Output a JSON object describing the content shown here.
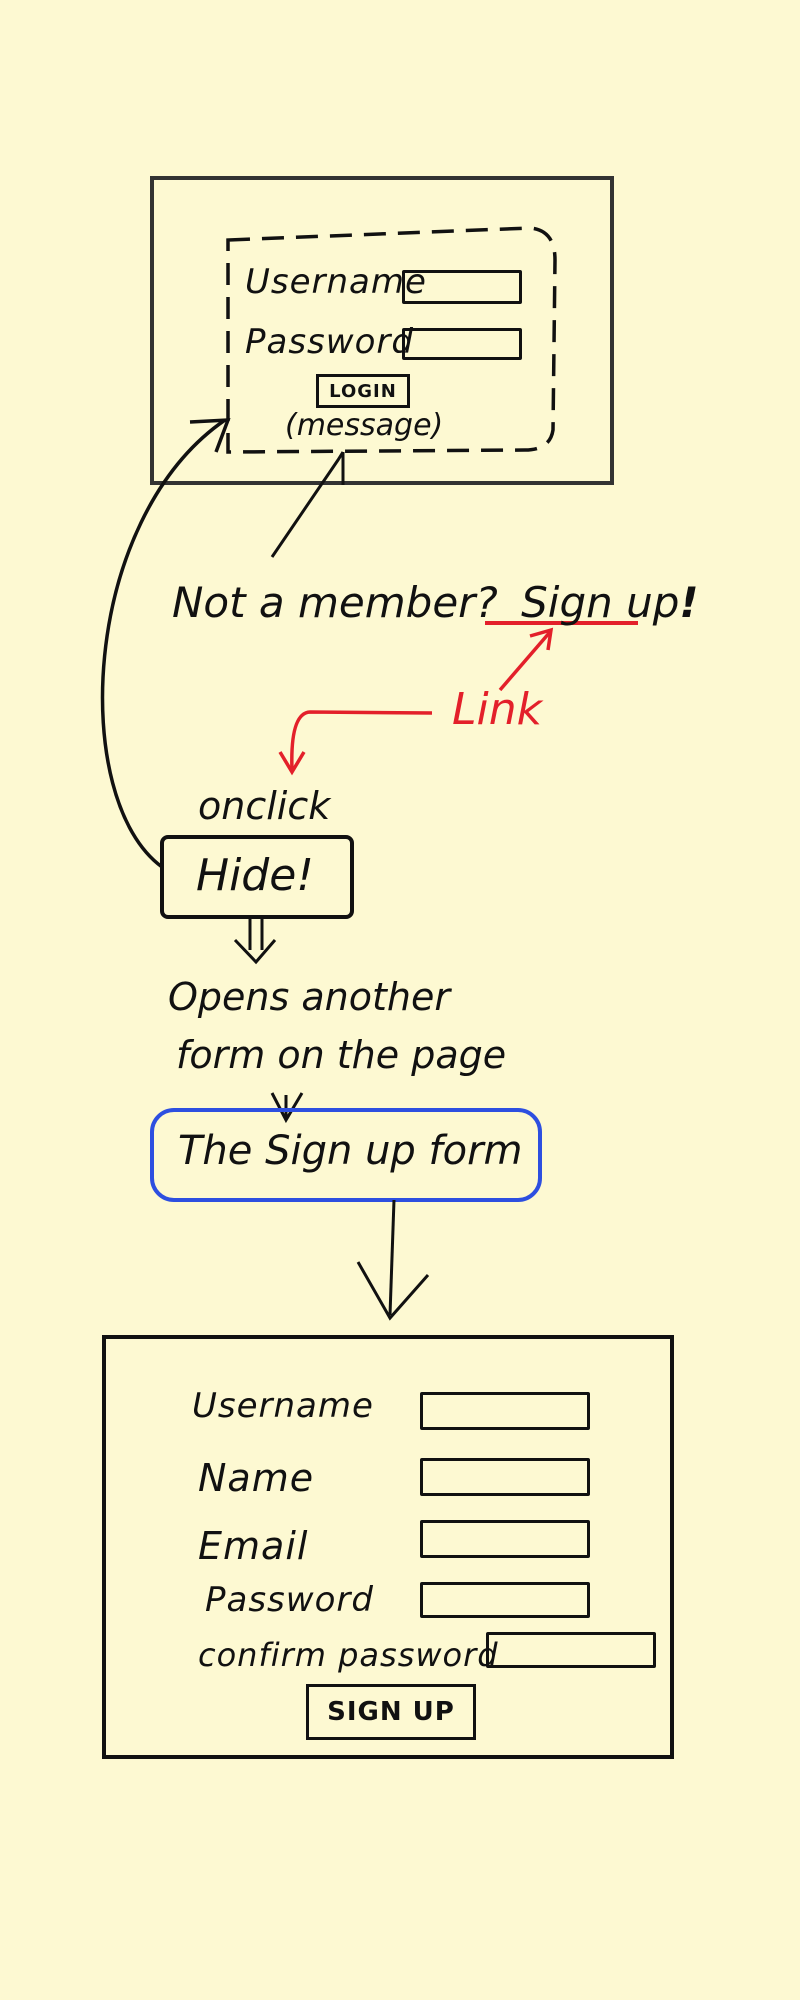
{
  "login_sketch": {
    "username_label": "Username",
    "password_label": "Password",
    "login_button": "LOGIN",
    "message": "(message)"
  },
  "prompt": {
    "text": "Not a member?",
    "link": "Sign up",
    "exclaim": "!"
  },
  "annotations": {
    "link_label": "Link",
    "onclick_label": "onclick",
    "hide_label": "Hide!",
    "opens_line1": "Opens another",
    "opens_line2": "form on the page",
    "signup_form_label": "The Sign up form"
  },
  "signup_sketch": {
    "username_label": "Username",
    "name_label": "Name",
    "email_label": "Email",
    "password_label": "Password",
    "confirm_label": "confirm password",
    "signup_button": "SIGN UP"
  },
  "colors": {
    "background": "#fdf9d2",
    "ink": "#111111",
    "link_red": "#e3202a",
    "highlight_blue": "#2d4fe0"
  }
}
